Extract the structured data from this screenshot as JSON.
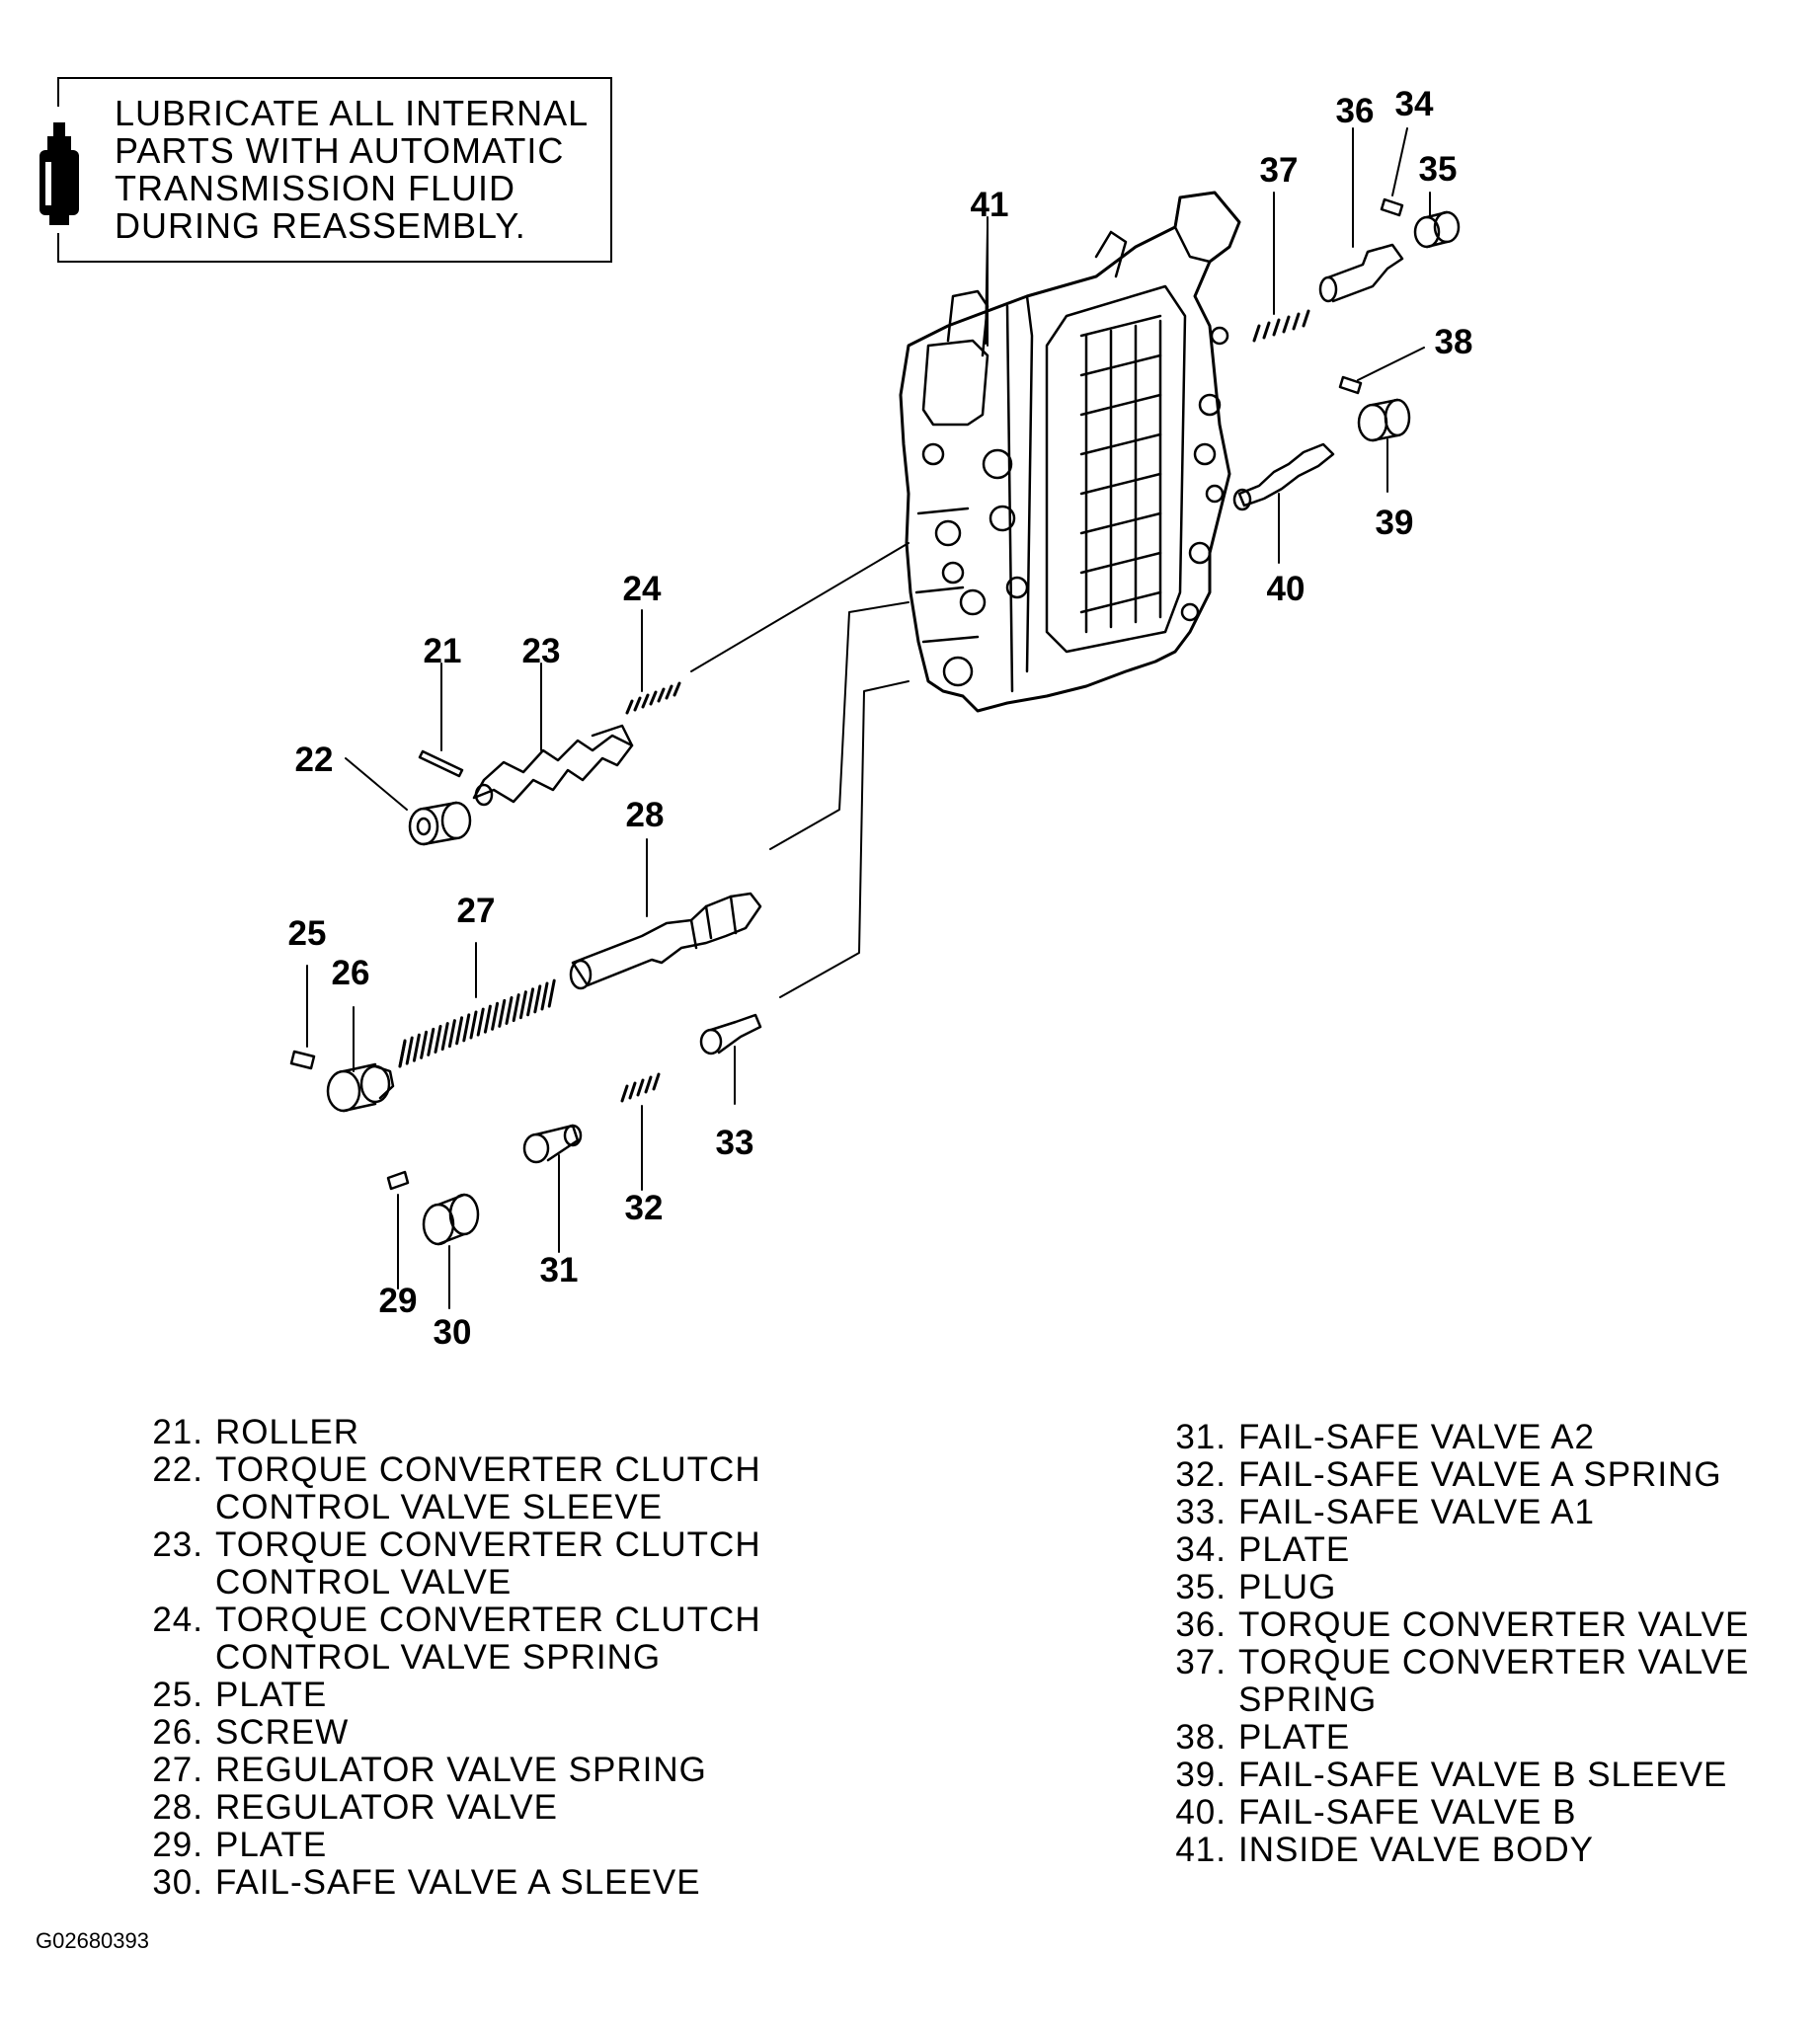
{
  "note": {
    "lines": [
      "LUBRICATE ALL INTERNAL",
      "PARTS WITH AUTOMATIC",
      "TRANSMISSION FLUID",
      "DURING REASSEMBLY."
    ],
    "icon": "fluid-bottle-icon"
  },
  "callouts": [
    {
      "id": "21",
      "label": "21"
    },
    {
      "id": "22",
      "label": "22"
    },
    {
      "id": "23",
      "label": "23"
    },
    {
      "id": "24",
      "label": "24"
    },
    {
      "id": "25",
      "label": "25"
    },
    {
      "id": "26",
      "label": "26"
    },
    {
      "id": "27",
      "label": "27"
    },
    {
      "id": "28",
      "label": "28"
    },
    {
      "id": "29",
      "label": "29"
    },
    {
      "id": "30",
      "label": "30"
    },
    {
      "id": "31",
      "label": "31"
    },
    {
      "id": "32",
      "label": "32"
    },
    {
      "id": "33",
      "label": "33"
    },
    {
      "id": "34",
      "label": "34"
    },
    {
      "id": "35",
      "label": "35"
    },
    {
      "id": "36",
      "label": "36"
    },
    {
      "id": "37",
      "label": "37"
    },
    {
      "id": "38",
      "label": "38"
    },
    {
      "id": "39",
      "label": "39"
    },
    {
      "id": "40",
      "label": "40"
    },
    {
      "id": "41",
      "label": "41"
    }
  ],
  "legend_left": [
    {
      "num": "21.",
      "lines": [
        "ROLLER"
      ]
    },
    {
      "num": "22.",
      "lines": [
        "TORQUE CONVERTER CLUTCH",
        "CONTROL VALVE SLEEVE"
      ]
    },
    {
      "num": "23.",
      "lines": [
        "TORQUE CONVERTER CLUTCH",
        "CONTROL VALVE"
      ]
    },
    {
      "num": "24.",
      "lines": [
        "TORQUE CONVERTER CLUTCH",
        "CONTROL VALVE SPRING"
      ]
    },
    {
      "num": "25.",
      "lines": [
        "PLATE"
      ]
    },
    {
      "num": "26.",
      "lines": [
        "SCREW"
      ]
    },
    {
      "num": "27.",
      "lines": [
        "REGULATOR VALVE SPRING"
      ]
    },
    {
      "num": "28.",
      "lines": [
        "REGULATOR VALVE"
      ]
    },
    {
      "num": "29.",
      "lines": [
        "PLATE"
      ]
    },
    {
      "num": "30.",
      "lines": [
        "FAIL-SAFE VALVE A SLEEVE"
      ]
    }
  ],
  "legend_right": [
    {
      "num": "31.",
      "lines": [
        "FAIL-SAFE VALVE A2"
      ]
    },
    {
      "num": "32.",
      "lines": [
        "FAIL-SAFE VALVE A SPRING"
      ]
    },
    {
      "num": "33.",
      "lines": [
        "FAIL-SAFE VALVE A1"
      ]
    },
    {
      "num": "34.",
      "lines": [
        "PLATE"
      ]
    },
    {
      "num": "35.",
      "lines": [
        "PLUG"
      ]
    },
    {
      "num": "36.",
      "lines": [
        "TORQUE CONVERTER VALVE"
      ]
    },
    {
      "num": "37.",
      "lines": [
        "TORQUE CONVERTER VALVE",
        "SPRING"
      ]
    },
    {
      "num": "38.",
      "lines": [
        "PLATE"
      ]
    },
    {
      "num": "39.",
      "lines": [
        "FAIL-SAFE VALVE B SLEEVE"
      ]
    },
    {
      "num": "40.",
      "lines": [
        "FAIL-SAFE VALVE B"
      ]
    },
    {
      "num": "41.",
      "lines": [
        "INSIDE VALVE BODY"
      ]
    }
  ],
  "figure_id": "G02680393"
}
